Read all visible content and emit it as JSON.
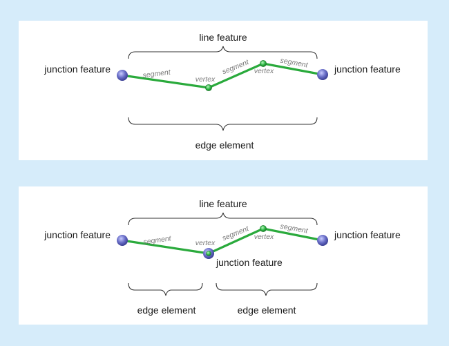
{
  "colors": {
    "background": "#d6ecfa",
    "line": "#2aaa3c",
    "junction": "#5b5fb8",
    "vertex": "#2aaa3c"
  },
  "panel1": {
    "line_feature": "line feature",
    "junction_left": "junction feature",
    "junction_right": "junction feature",
    "segment_1": "segment",
    "segment_2": "segment",
    "segment_3": "segment",
    "vertex_1": "vertex",
    "vertex_2": "vertex",
    "edge_element": "edge element"
  },
  "panel2": {
    "line_feature": "line feature",
    "junction_left": "junction feature",
    "junction_right": "junction feature",
    "junction_middle": "junction feature",
    "segment_1": "segment",
    "segment_2": "segment",
    "segment_3": "segment",
    "vertex_1": "vertex",
    "vertex_2": "vertex",
    "edge_element_1": "edge element",
    "edge_element_2": "edge element"
  }
}
